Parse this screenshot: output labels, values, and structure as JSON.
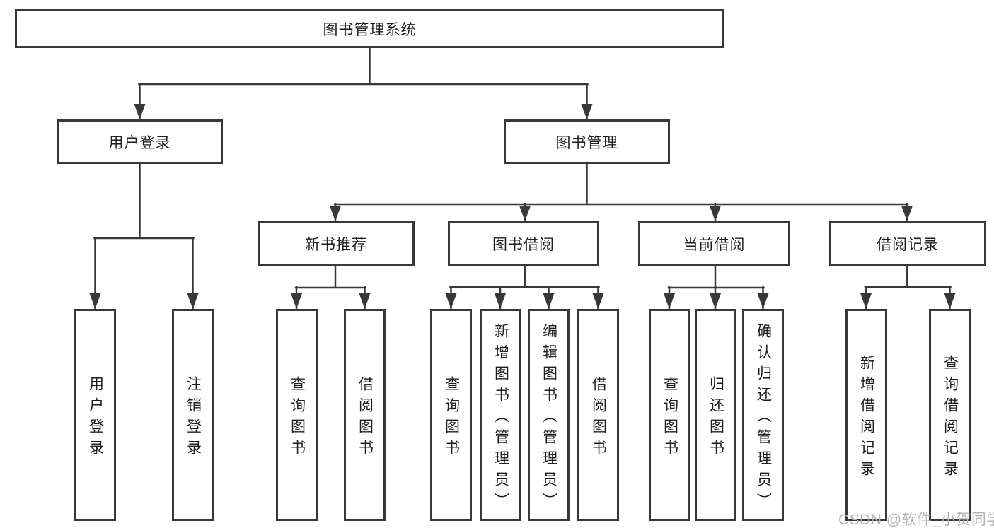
{
  "tree": {
    "root": {
      "label": "图书管理系统"
    },
    "branches": [
      {
        "label": "用户登录",
        "children": [
          {
            "label": "用户登录"
          },
          {
            "label": "注销登录"
          }
        ]
      },
      {
        "label": "图书管理",
        "children": [
          {
            "label": "新书推荐",
            "children": [
              {
                "label": "查询图书"
              },
              {
                "label": "借阅图书"
              }
            ]
          },
          {
            "label": "图书借阅",
            "children": [
              {
                "label": "查询图书"
              },
              {
                "label": "新增图书（管理员）"
              },
              {
                "label": "编辑图书（管理员）"
              },
              {
                "label": "借阅图书"
              }
            ]
          },
          {
            "label": "当前借阅",
            "children": [
              {
                "label": "查询图书"
              },
              {
                "label": "归还图书"
              },
              {
                "label": "确认归还（管理员）"
              }
            ]
          },
          {
            "label": "借阅记录",
            "children": [
              {
                "label": "新增借阅记录"
              },
              {
                "label": "查询借阅记录"
              }
            ]
          }
        ]
      }
    ]
  },
  "watermark": "CSDN @软件_小贺同学",
  "colors": {
    "line": "#383838",
    "text": "#1e1e1e",
    "background": "#ffffff",
    "watermark": "#b5b5b5"
  }
}
